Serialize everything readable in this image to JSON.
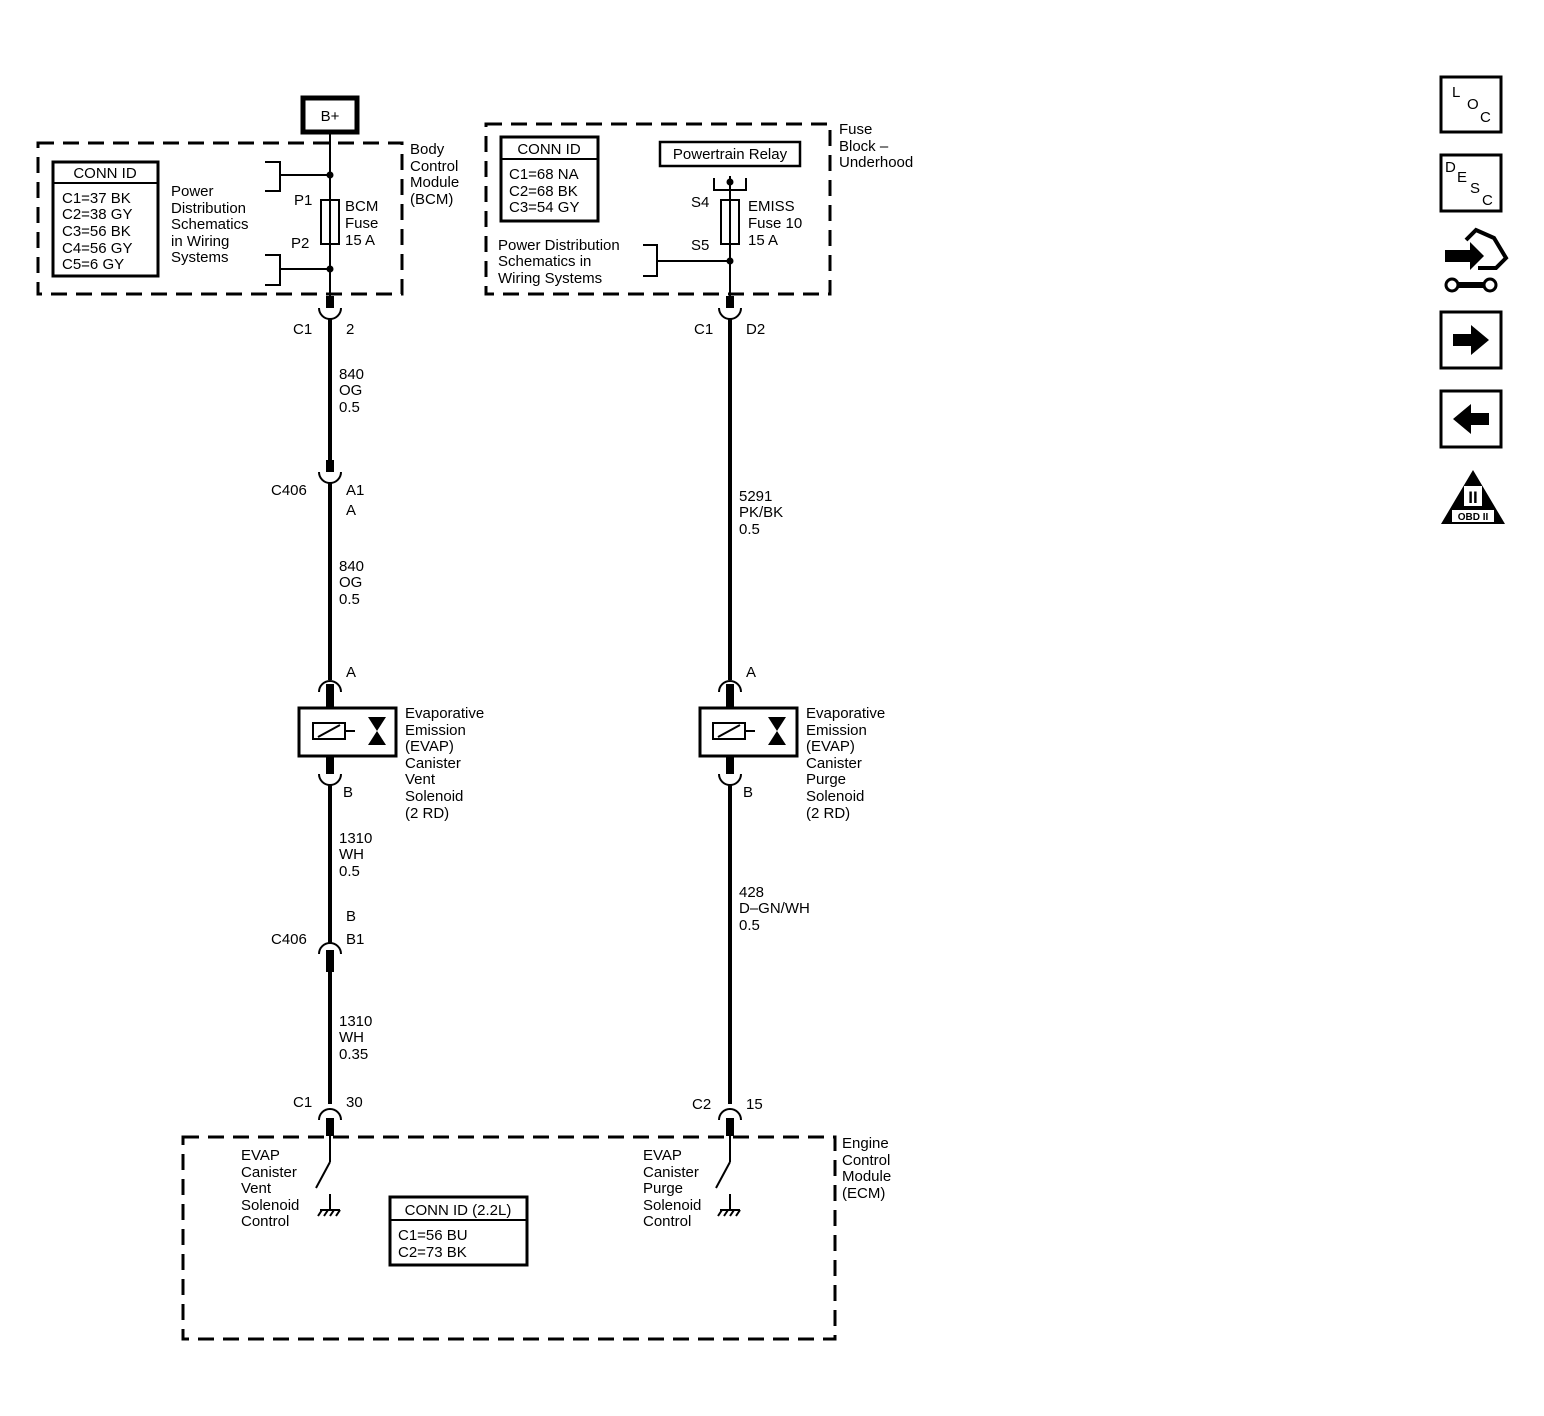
{
  "power_source": {
    "label": "B+"
  },
  "bcm": {
    "module_label": [
      "Body",
      "Control",
      "Module",
      "(BCM)"
    ],
    "conn_id_title": "CONN ID",
    "conn_id_rows": [
      "C1=37 BK",
      "C2=38 GY",
      "C3=56 BK",
      "C4=56 GY",
      "C5=6 GY"
    ],
    "power_dist_label": [
      "Power",
      "Distribution",
      "Schematics",
      "in Wiring",
      "Systems"
    ],
    "p1": "P1",
    "p2": "P2",
    "fuse_label": [
      "BCM",
      "Fuse",
      "15 A"
    ],
    "out_conn": "C1",
    "out_pin": "2"
  },
  "fuse_block": {
    "module_label": [
      "Fuse",
      "Block –",
      "Underhood"
    ],
    "conn_id_title": "CONN ID",
    "conn_id_rows": [
      "C1=68 NA",
      "C2=68 BK",
      "C3=54 GY"
    ],
    "relay_label": "Powertrain Relay",
    "s4": "S4",
    "s5": "S5",
    "fuse_label": [
      "EMISS",
      "Fuse 10",
      "15 A"
    ],
    "power_dist_label": [
      "Power Distribution",
      "Schematics in",
      "Wiring Systems"
    ],
    "out_conn": "C1",
    "out_pin": "D2"
  },
  "left_circuit": {
    "wire1": [
      "840",
      "OG",
      "0.5"
    ],
    "c406_top": {
      "conn": "C406",
      "pin_top": "A1",
      "pin_bottom": "A"
    },
    "wire2": [
      "840",
      "OG",
      "0.5"
    ],
    "solenoid_pin_a": "A",
    "solenoid_label": [
      "Evaporative",
      "Emission",
      "(EVAP)",
      "Canister",
      "Vent",
      "Solenoid",
      "(2 RD)"
    ],
    "solenoid_pin_b": "B",
    "wire3": [
      "1310",
      "WH",
      "0.5"
    ],
    "c406_bottom": {
      "conn": "C406",
      "pin_top": "B",
      "pin_bottom": "B1"
    },
    "wire4": [
      "1310",
      "WH",
      "0.35"
    ],
    "ecm_conn": "C1",
    "ecm_pin": "30",
    "ecm_control_label": [
      "EVAP",
      "Canister",
      "Vent",
      "Solenoid",
      "Control"
    ]
  },
  "right_circuit": {
    "wire1": [
      "5291",
      "PK/BK",
      "0.5"
    ],
    "solenoid_pin_a": "A",
    "solenoid_label": [
      "Evaporative",
      "Emission",
      "(EVAP)",
      "Canister",
      "Purge",
      "Solenoid",
      "(2 RD)"
    ],
    "solenoid_pin_b": "B",
    "wire2": [
      "428",
      "D–GN/WH",
      "0.5"
    ],
    "ecm_conn": "C2",
    "ecm_pin": "15",
    "ecm_control_label": [
      "EVAP",
      "Canister",
      "Purge",
      "Solenoid",
      "Control"
    ]
  },
  "ecm": {
    "module_label": [
      "Engine",
      "Control",
      "Module",
      "(ECM)"
    ],
    "conn_id_title": "CONN ID (2.2L)",
    "conn_id_rows": [
      "C1=56 BU",
      "C2=73 BK"
    ]
  },
  "nav_icons": {
    "loc": [
      "L",
      "O",
      "C"
    ],
    "desc": [
      "D",
      "E",
      "S",
      "C"
    ],
    "obd": {
      "numeral": "II",
      "label": "OBD II"
    }
  }
}
